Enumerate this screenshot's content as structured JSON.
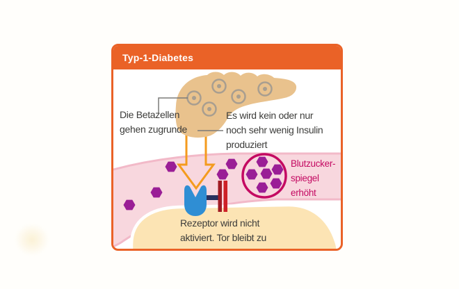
{
  "header": {
    "title": "Typ-1-Diabetes"
  },
  "annotations": {
    "beta_cells": "Die Betazellen\ngehen zugrunde",
    "insulin": "Es wird kein oder nur\nnoch sehr wenig Insulin\nproduziert",
    "blood_sugar": "Blutzucker-\nspiegel\nerhöht",
    "receptor_gate": "Rezeptor wird nicht\naktiviert. Tor bleibt zu"
  },
  "icons": {
    "pancreas": "pancreas-with-islets",
    "islet": "islet-ring",
    "arrow": "hollow-down-arrow",
    "glucose": "purple-hexagon",
    "receptor": "blue-receptor",
    "gate": "closed-gate-bars",
    "blood_sugar_circle": "glucose-cluster-circle"
  },
  "colors": {
    "page_bg": "#fffefb",
    "card_orange": "#ea6227",
    "header_text": "#ffffff",
    "arrow_orange": "#f49b1e",
    "pancreas": "#e9c28d",
    "islet": "#a89e90",
    "band_fill": "#f8d7de",
    "band_edge": "#f2b9c8",
    "cream": "#fce4b4",
    "purple": "#9a1e96",
    "crimson": "#c40a62",
    "blue": "#2f8ed4",
    "navy": "#28315e",
    "red_dark": "#a01b23",
    "red_bright": "#ce2127",
    "text_dark": "#3c3c3a",
    "connector": "#7b7b79"
  }
}
